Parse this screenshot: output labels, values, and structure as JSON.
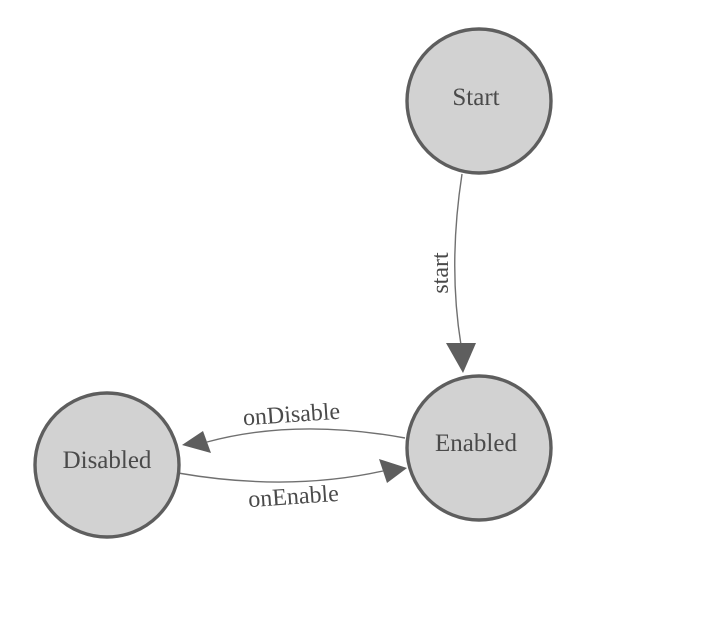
{
  "diagram": {
    "type": "state-machine",
    "nodes": [
      {
        "id": "start",
        "label": "Start"
      },
      {
        "id": "enabled",
        "label": "Enabled"
      },
      {
        "id": "disabled",
        "label": "Disabled"
      }
    ],
    "edges": [
      {
        "from": "start",
        "to": "enabled",
        "label": "start"
      },
      {
        "from": "enabled",
        "to": "disabled",
        "label": "onDisable"
      },
      {
        "from": "disabled",
        "to": "enabled",
        "label": "onEnable"
      }
    ],
    "colors": {
      "background": "#ffffff",
      "node_fill": "#d2d2d2",
      "node_stroke": "#5e5e5e",
      "edge_stroke": "#707070",
      "arrow_fill": "#5e5e5e",
      "label_text": "#4a4a4a"
    }
  }
}
